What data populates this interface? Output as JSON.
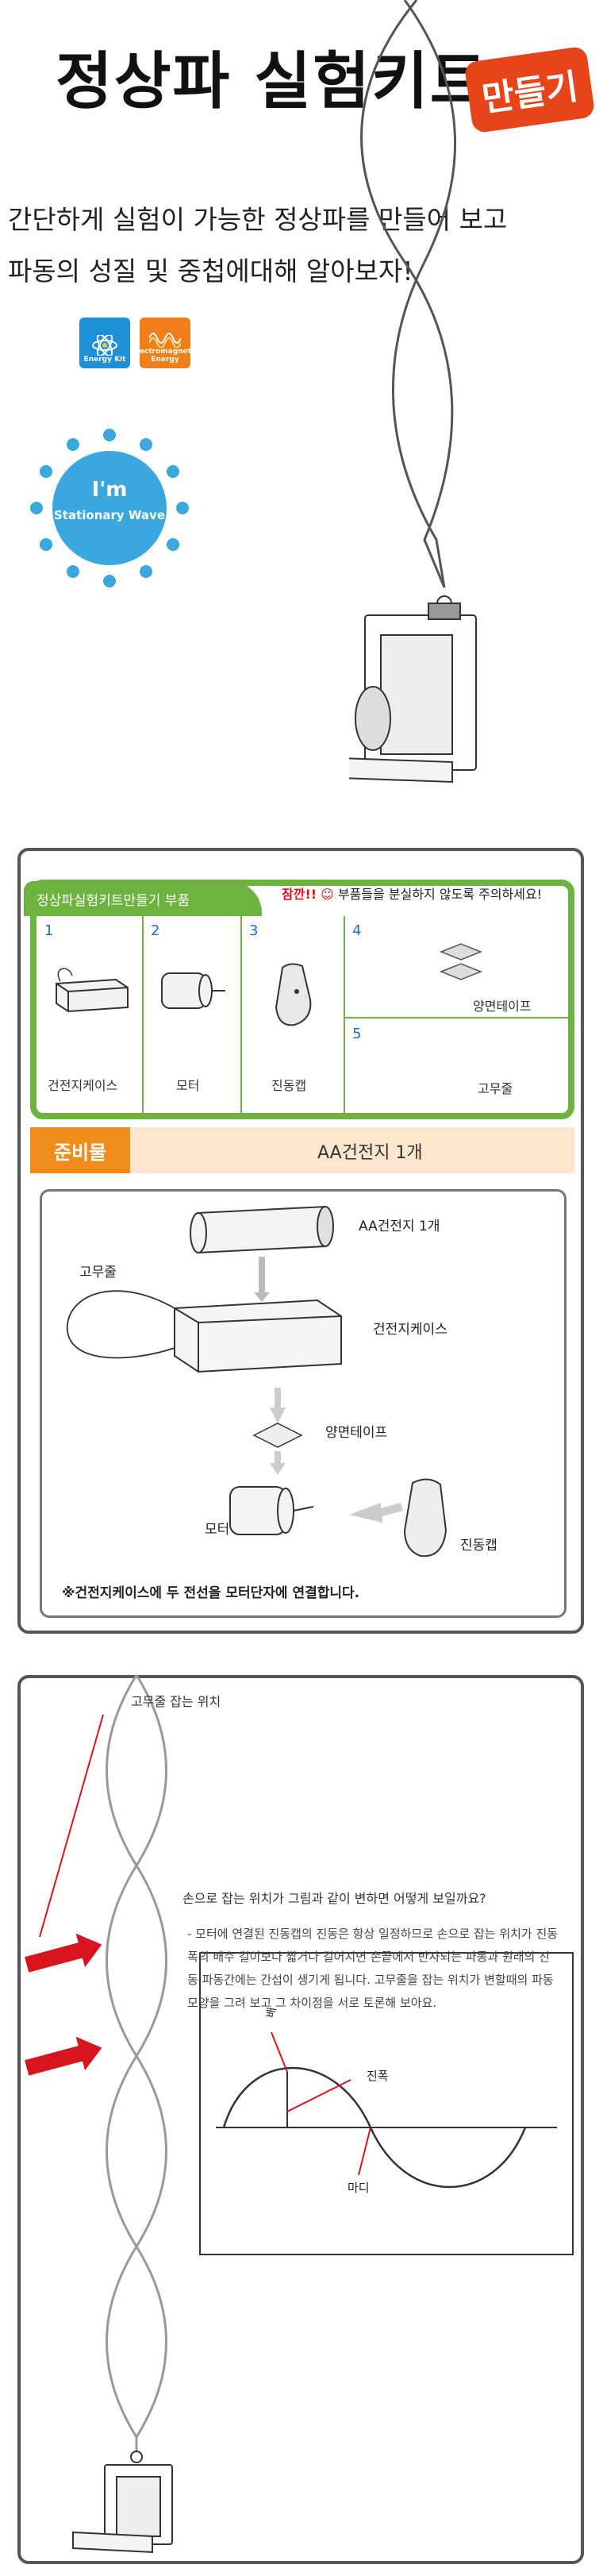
{
  "header": {
    "title": "정상파 실험키트",
    "badge": "만들기",
    "intro_line1": "간단하게 실험이 가능한 정상파를 만들어 보고",
    "intro_line2": "파동의 성질 및 중첩에대해 알아보자!",
    "logo1": "Energy Kit",
    "logo2": "Electromagnetic Energy",
    "stamp_line1": "I'm",
    "stamp_line2": "Stationary Wave"
  },
  "parts": {
    "tab_title": "정상파실험키트만들기 부품",
    "warning_prefix": "잠깐!!",
    "warning_text": "부품들을 분실하지 않도록 주의하세요!",
    "items": [
      {
        "num": "1",
        "label": "건전지케이스",
        "icon": "battery-case-icon"
      },
      {
        "num": "2",
        "label": "모터",
        "icon": "motor-icon"
      },
      {
        "num": "3",
        "label": "진동캡",
        "icon": "vibration-cap-icon"
      },
      {
        "num": "4",
        "label": "양면테이프",
        "icon": "double-sided-tape-icon"
      },
      {
        "num": "5",
        "label": "고무줄",
        "icon": ""
      }
    ]
  },
  "prep": {
    "tag": "준비물",
    "text": "AA건전지 1개"
  },
  "assembly": {
    "battery": "AA건전지 1개",
    "rubber": "고무줄",
    "case": "건전지케이스",
    "tape": "양면테이프",
    "motor": "모터",
    "cap": "진동캡",
    "note": "※건전지케이스에 두 전선을 모터단자에 연결합니다."
  },
  "experiment": {
    "hold_label": "고무줄 잡는 위치",
    "question": "손으로 잡는 위치가 그림과 같이 변하면 어떻게 보일까요?",
    "answer": "- 모터에 연결된 진동캡의 진동은 항상 일정하므로 손으로 잡는 위치가 진동폭의 배수 길이보다 짧거나 길어지면 손끝에서 반사되는 파동과 원래의 진동 파동간에는 간섭이 생기게 됩니다. 고무줄을 잡는 위치가 변할때의 파동 모양을 그려 보고 그 차이점을 서로 토론해 보아요.",
    "wave_peak": "배",
    "wave_amplitude": "진폭",
    "wave_node": "마디"
  },
  "colors": {
    "green": "#6cb33f",
    "orange": "#f08c1c",
    "red_arrow": "#d8141c",
    "badge": "#e8441a"
  }
}
